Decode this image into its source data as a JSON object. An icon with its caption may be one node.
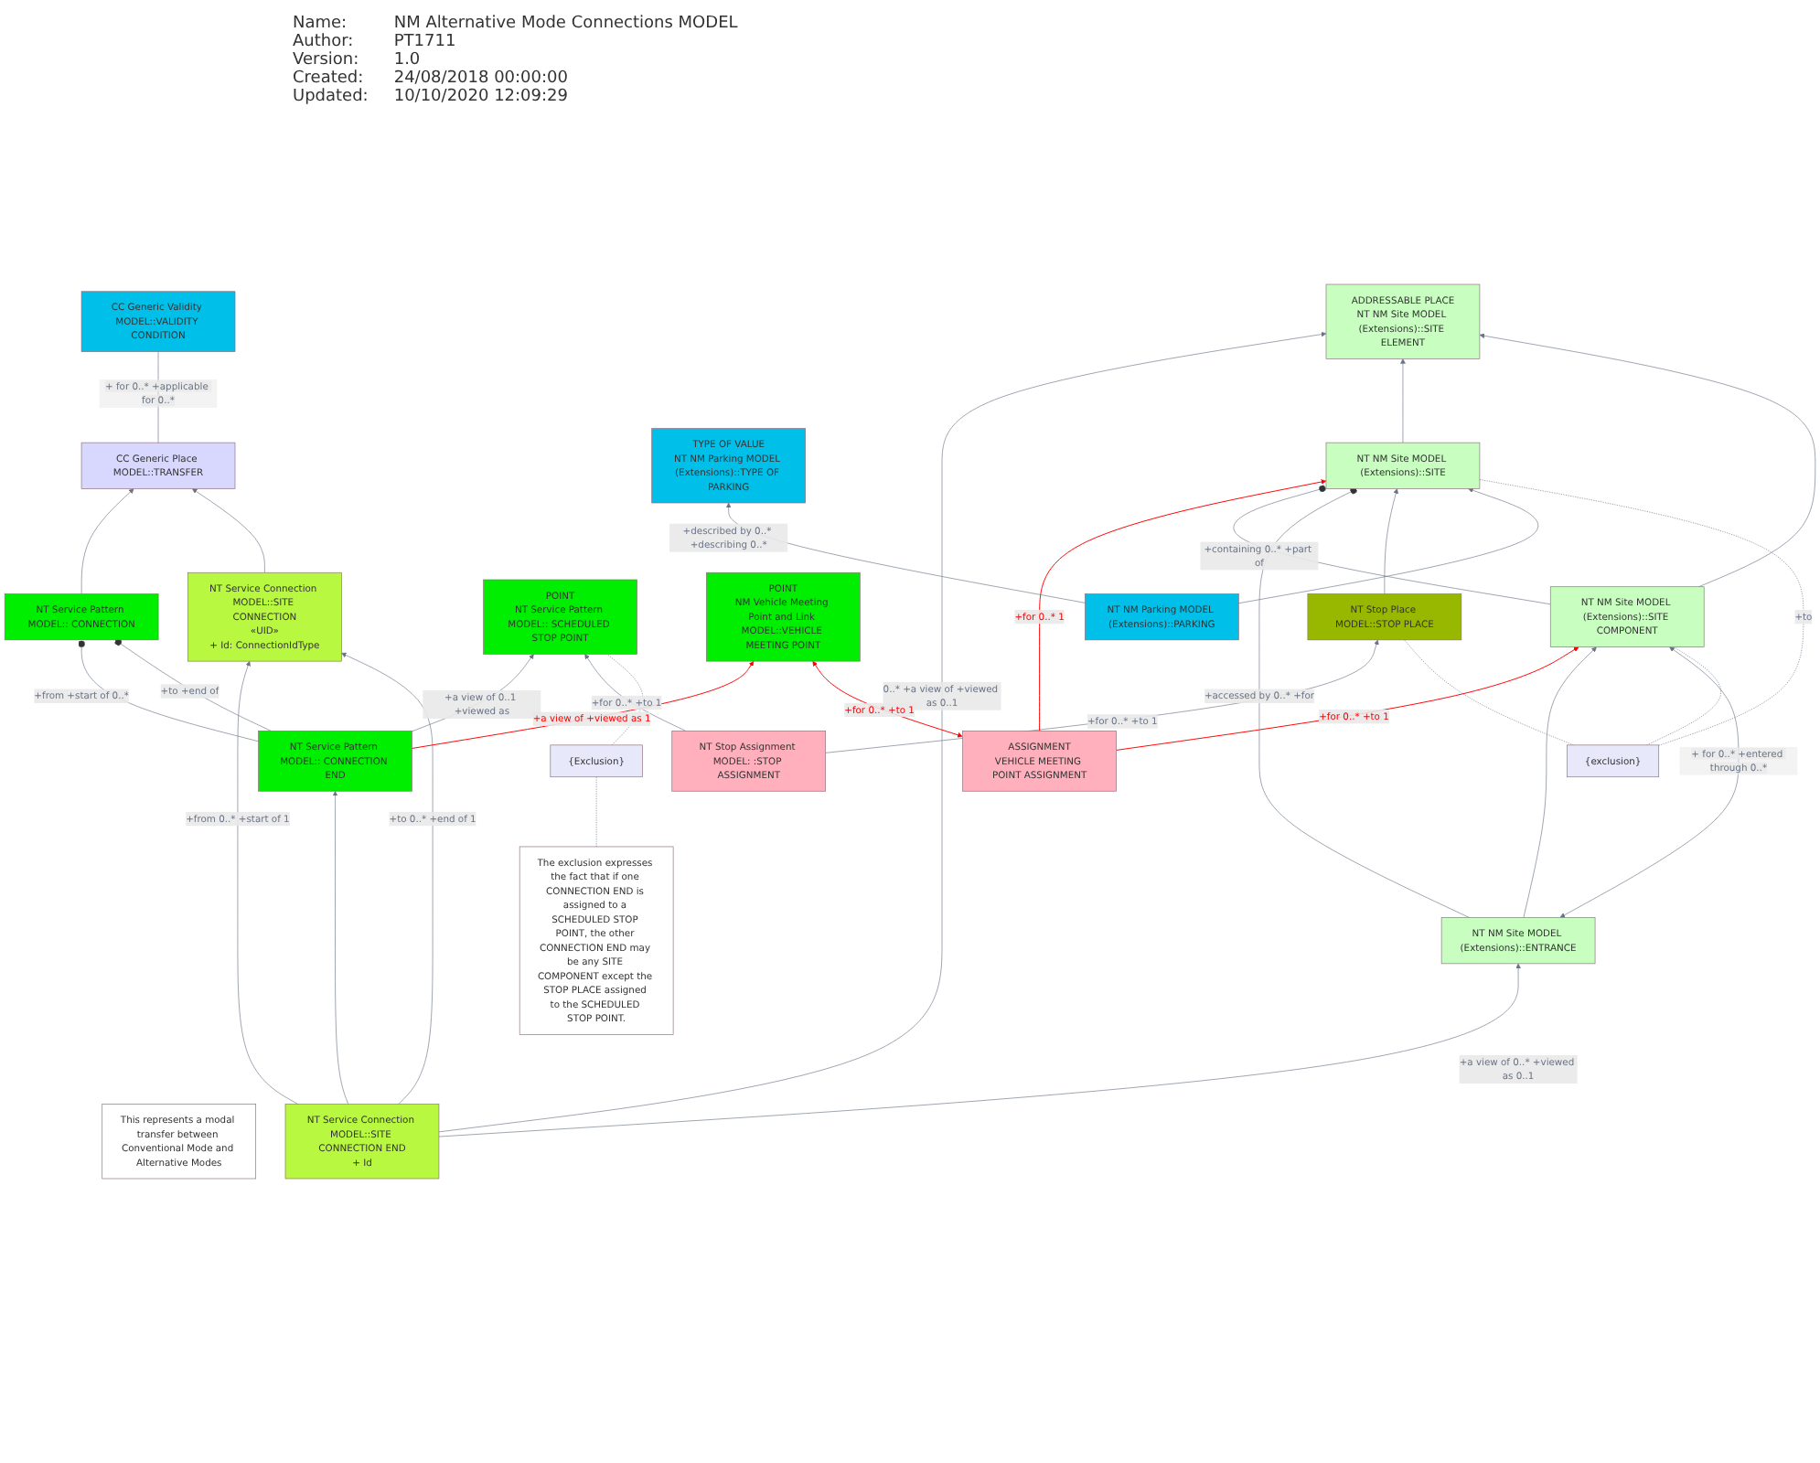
{
  "diagram": {
    "nodes": [
      {
        "text": [
          "CC Generic Place MODEL::TRANSFER"
        ]
      },
      {
        "text": [
          "CC Generic Validity MODEL::VALIDITY CONDITION"
        ]
      },
      {
        "text": [
          "NT Service Pattern MODEL:: CONNECTION"
        ]
      },
      {
        "text": [
          "NT Service Connection MODEL::SITE CONNECTION",
          "«UID»",
          "+ Id: ConnectionIdType"
        ]
      },
      {
        "text": [
          "NT Service Pattern MODEL:: CONNECTION END"
        ]
      },
      {
        "text": [
          "The exclusion expresses the fact that if one CONNECTION END is assigned to a SCHEDULED STOP POINT, the other CONNECTION END may be any SITE COMPONENT except the STOP PLACE assigned to the SCHEDULED STOP POINT."
        ]
      },
      {
        "text": [
          "This represents a modal transfer between Conventional Mode and Alternative Modes"
        ]
      },
      {
        "text": [
          "{Exclusion}"
        ]
      },
      {
        "text": [
          "POINT",
          "NT Service Pattern MODEL:: SCHEDULED STOP POINT"
        ]
      },
      {
        "text": [
          "POINT",
          "NM Vehicle Meeting Point and Link MODEL::VEHICLE MEETING POINT"
        ]
      },
      {
        "text": [
          "ADDRESSABLE PLACE",
          "NT NM Site MODEL (Extensions)::SITE ELEMENT"
        ]
      },
      {
        "text": [
          "NT Service Connection MODEL::SITE CONNECTION END",
          "+ Id"
        ]
      },
      {
        "text": [
          "NT Stop Assignment MODEL: :STOP ASSIGNMENT"
        ]
      },
      {
        "text": [
          "ASSIGNMENT",
          "VEHICLE MEETING POINT ASSIGNMENT"
        ]
      },
      {
        "text": [
          "TYPE OF VALUE",
          "NT NM Parking MODEL (Extensions)::TYPE OF PARKING"
        ]
      },
      {
        "text": [
          "NT NM Site MODEL (Extensions)::SITE"
        ]
      },
      {
        "text": [
          "NT NM Site MODEL (Extensions)::SITE COMPONENT"
        ]
      },
      {
        "text": [
          "{exclusion}"
        ]
      },
      {
        "text": [
          "NT Stop Place MODEL::STOP PLACE"
        ]
      },
      {
        "text": [
          "NT NM Parking MODEL (Extensions)::PARKING"
        ]
      },
      {
        "text": [
          "NT NM Site MODEL (Extensions)::ENTRANCE"
        ]
      }
    ],
    "edges": [
      {
        "from": 0,
        "to": 1,
        "arrow": "none",
        "label": "+ for 0..* +applicable for 0..*"
      },
      {
        "from": 2,
        "to": 0,
        "arrow": "to"
      },
      {
        "from": 3,
        "to": 0,
        "arrow": "to"
      },
      {
        "from": 2,
        "to": 4,
        "arrow": "other",
        "label": "+from +start of 0..*"
      },
      {
        "from": 2,
        "to": 4,
        "arrow": "other",
        "label": "+to +end of"
      },
      {
        "from": 11,
        "to": 4,
        "arrow": "to"
      },
      {
        "from": 11,
        "to": 3,
        "arrow": "to",
        "label": "+from 0..* +start of 1"
      },
      {
        "from": 11,
        "to": 3,
        "arrow": "to",
        "label": "+to 0..* +end of 1"
      },
      {
        "from": 4,
        "to": 8,
        "arrow": "to",
        "label": "+a view of 0..1 +viewed as"
      },
      {
        "from": 4,
        "to": 9,
        "arrow": "to",
        "label": "+a view of +viewed as 1",
        "color": "#ff0000"
      },
      {
        "from": 11,
        "to": 10,
        "arrow": "to",
        "label": "0..* +a view of +viewed as 0..1"
      },
      {
        "from": 11,
        "to": 20,
        "arrow": "to",
        "label": "+a view of 0..* +viewed as 0..1"
      },
      {
        "from": 12,
        "to": 8,
        "arrow": "to",
        "label": "+for 0..* +to 1"
      },
      {
        "from": 12,
        "to": 18,
        "arrow": "to",
        "label": "+for 0..* +to 1"
      },
      {
        "from": 13,
        "to": 9,
        "arrow": "both",
        "label": "+for 0..* +to 1",
        "color": "#ff0000"
      },
      {
        "from": 13,
        "to": 15,
        "arrow": "to",
        "label": "+for 0..* 1",
        "color": "#ff0000"
      },
      {
        "from": 13,
        "to": 16,
        "arrow": "to",
        "label": "+for 0..* +to 1",
        "color": "#ff0000"
      },
      {
        "from": 15,
        "to": 10,
        "arrow": "to"
      },
      {
        "from": 16,
        "to": 10,
        "arrow": "to"
      },
      {
        "from": 15,
        "to": 16,
        "arrow": "other",
        "label": "+containing 0..* +part of"
      },
      {
        "from": 20,
        "to": 16,
        "arrow": "to"
      },
      {
        "from": 20,
        "to": 16,
        "arrow": "both",
        "label": "+ for 0..* +entered through 0..*"
      },
      {
        "from": 15,
        "to": 20,
        "arrow": "other",
        "label": "+accessed by 0..* +for"
      },
      {
        "from": 18,
        "to": 15,
        "arrow": "to"
      },
      {
        "from": 19,
        "to": 15,
        "arrow": "to"
      },
      {
        "from": 19,
        "to": 14,
        "arrow": "to",
        "label": "+described by 0..* +describing 0..*"
      },
      {
        "from": 5,
        "to": 7,
        "arrow": "none",
        "style": "dashed"
      },
      {
        "from": 7,
        "to": 8,
        "arrow": "none",
        "style": "dashed"
      },
      {
        "from": 17,
        "to": 15,
        "arrow": "none",
        "style": "dashed",
        "label": "+to"
      },
      {
        "from": 17,
        "to": 16,
        "arrow": "none",
        "style": "dashed"
      },
      {
        "from": 17,
        "to": 18,
        "arrow": "none",
        "style": "dashed"
      }
    ],
    "labels": [
      "Name:",
      "NM Alternative Mode Connections MODEL",
      "Author:",
      "PT1711",
      "Version:",
      "1.0",
      "Created:",
      "24/08/2018 00:00:00",
      "Updated:",
      "10/10/2020 12:09:29"
    ]
  }
}
